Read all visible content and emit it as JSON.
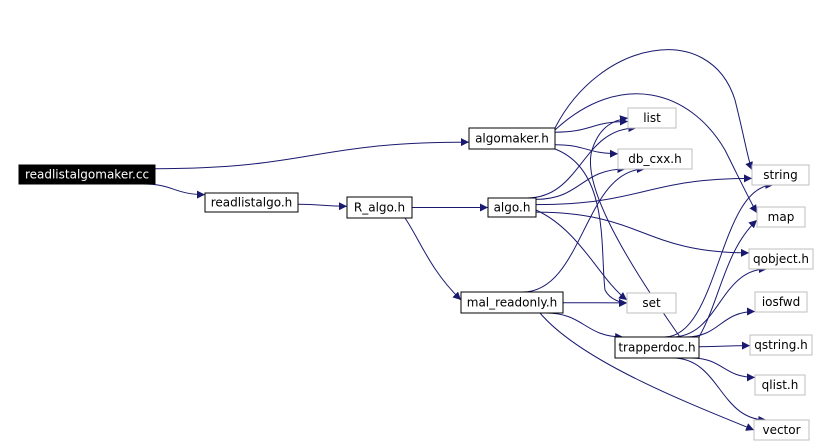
{
  "colors": {
    "edge": "#191970",
    "box_border": "#000000",
    "external_border": "#bfbfbf",
    "root_fill": "#000000",
    "root_text": "#ffffff",
    "text": "#000000"
  },
  "nodes": [
    {
      "id": "readlistalgomaker_cc",
      "label": "readlistalgomaker.cc",
      "kind": "root"
    },
    {
      "id": "algomaker_h",
      "label": "algomaker.h",
      "kind": "file"
    },
    {
      "id": "readlistalgo_h",
      "label": "readlistalgo.h",
      "kind": "file"
    },
    {
      "id": "R_algo_h",
      "label": "R_algo.h",
      "kind": "file"
    },
    {
      "id": "algo_h",
      "label": "algo.h",
      "kind": "file"
    },
    {
      "id": "mal_readonly_h",
      "label": "mal_readonly.h",
      "kind": "file"
    },
    {
      "id": "trapperdoc_h",
      "label": "trapperdoc.h",
      "kind": "file"
    },
    {
      "id": "list",
      "label": "list",
      "kind": "external"
    },
    {
      "id": "db_cxx_h",
      "label": "db_cxx.h",
      "kind": "external"
    },
    {
      "id": "set",
      "label": "set",
      "kind": "external"
    },
    {
      "id": "string",
      "label": "string",
      "kind": "external"
    },
    {
      "id": "map",
      "label": "map",
      "kind": "external"
    },
    {
      "id": "qobject_h",
      "label": "qobject.h",
      "kind": "external"
    },
    {
      "id": "iosfwd",
      "label": "iosfwd",
      "kind": "external"
    },
    {
      "id": "qstring_h",
      "label": "qstring.h",
      "kind": "external"
    },
    {
      "id": "qlist_h",
      "label": "qlist.h",
      "kind": "external"
    },
    {
      "id": "vector",
      "label": "vector",
      "kind": "external"
    }
  ],
  "edges": [
    {
      "from": "readlistalgomaker_cc",
      "to": "algomaker_h"
    },
    {
      "from": "readlistalgomaker_cc",
      "to": "readlistalgo_h"
    },
    {
      "from": "readlistalgo_h",
      "to": "R_algo_h"
    },
    {
      "from": "R_algo_h",
      "to": "algo_h"
    },
    {
      "from": "R_algo_h",
      "to": "mal_readonly_h"
    },
    {
      "from": "algomaker_h",
      "to": "list"
    },
    {
      "from": "algomaker_h",
      "to": "db_cxx_h"
    },
    {
      "from": "algomaker_h",
      "to": "set"
    },
    {
      "from": "algomaker_h",
      "to": "string"
    },
    {
      "from": "algomaker_h",
      "to": "map"
    },
    {
      "from": "algo_h",
      "to": "list"
    },
    {
      "from": "algo_h",
      "to": "db_cxx_h"
    },
    {
      "from": "algo_h",
      "to": "set"
    },
    {
      "from": "algo_h",
      "to": "string"
    },
    {
      "from": "algo_h",
      "to": "qobject_h"
    },
    {
      "from": "mal_readonly_h",
      "to": "db_cxx_h"
    },
    {
      "from": "mal_readonly_h",
      "to": "set"
    },
    {
      "from": "mal_readonly_h",
      "to": "trapperdoc_h"
    },
    {
      "from": "mal_readonly_h",
      "to": "vector"
    },
    {
      "from": "trapperdoc_h",
      "to": "string"
    },
    {
      "from": "trapperdoc_h",
      "to": "map"
    },
    {
      "from": "trapperdoc_h",
      "to": "qobject_h"
    },
    {
      "from": "trapperdoc_h",
      "to": "iosfwd"
    },
    {
      "from": "trapperdoc_h",
      "to": "qstring_h"
    },
    {
      "from": "trapperdoc_h",
      "to": "qlist_h"
    },
    {
      "from": "trapperdoc_h",
      "to": "vector"
    },
    {
      "from": "trapperdoc_h",
      "to": "list"
    }
  ]
}
